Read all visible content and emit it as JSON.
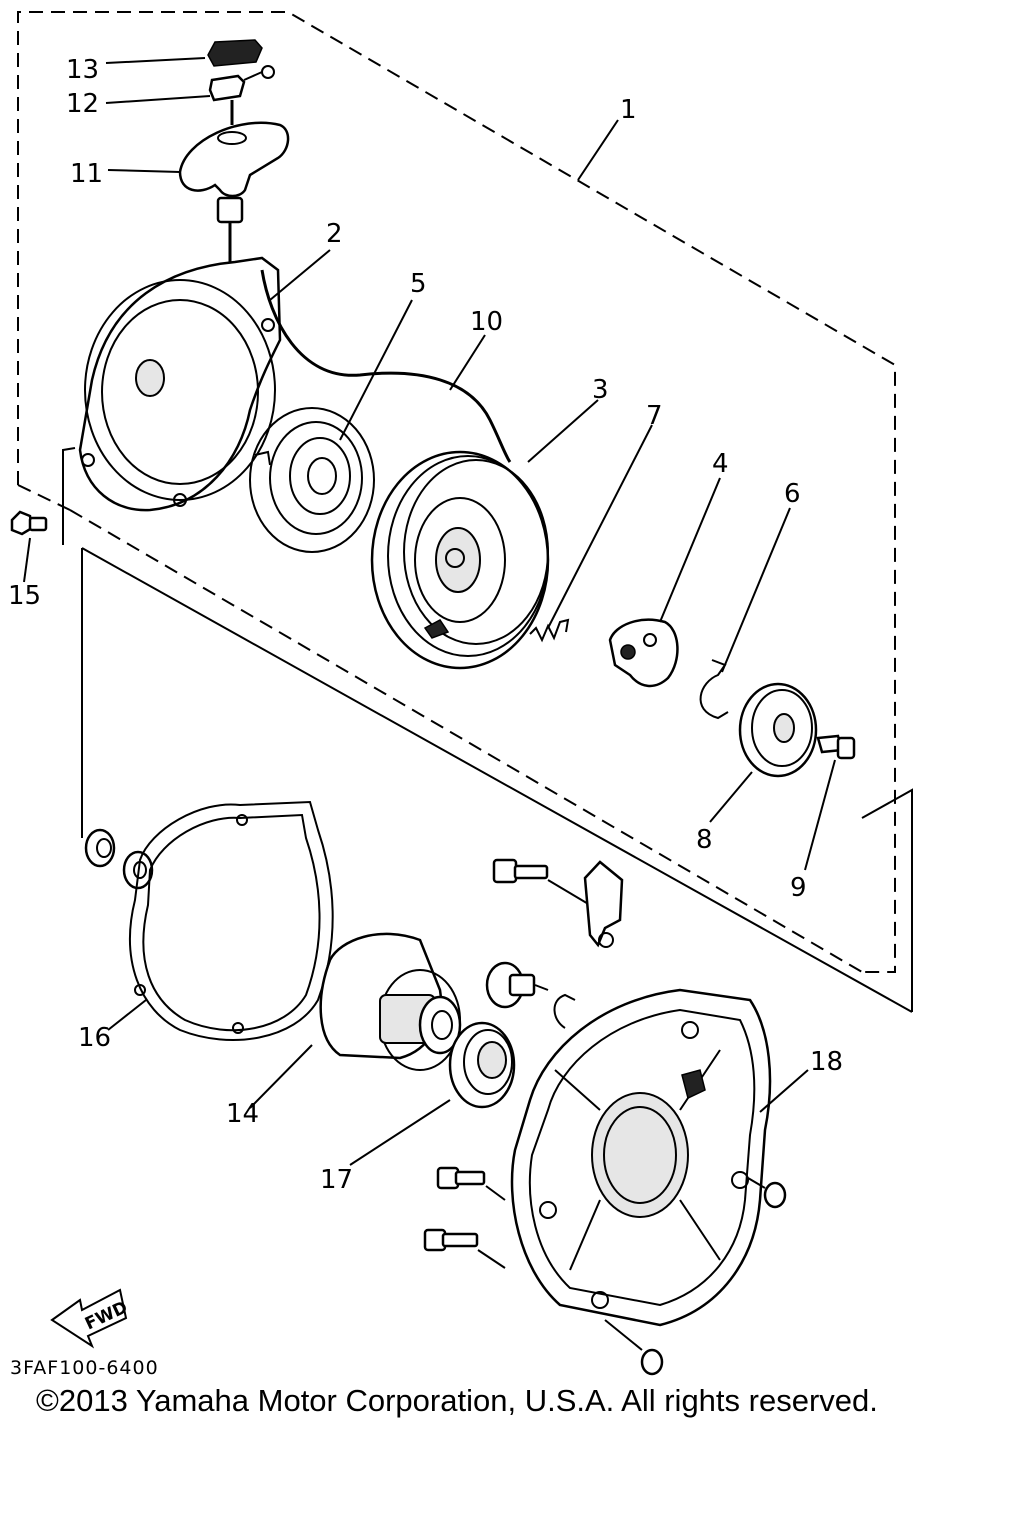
{
  "diagram": {
    "callouts": [
      {
        "id": "1",
        "label": "1"
      },
      {
        "id": "2",
        "label": "2"
      },
      {
        "id": "3",
        "label": "3"
      },
      {
        "id": "4",
        "label": "4"
      },
      {
        "id": "5",
        "label": "5"
      },
      {
        "id": "6",
        "label": "6"
      },
      {
        "id": "7",
        "label": "7"
      },
      {
        "id": "8",
        "label": "8"
      },
      {
        "id": "9",
        "label": "9"
      },
      {
        "id": "10",
        "label": "10"
      },
      {
        "id": "11",
        "label": "11"
      },
      {
        "id": "12",
        "label": "12"
      },
      {
        "id": "13",
        "label": "13"
      },
      {
        "id": "14",
        "label": "14"
      },
      {
        "id": "15",
        "label": "15"
      },
      {
        "id": "16",
        "label": "16"
      },
      {
        "id": "17",
        "label": "17"
      },
      {
        "id": "18",
        "label": "18"
      }
    ],
    "fwd_label": "FWD",
    "part_code": "3FAF100-6400",
    "copyright": "©2013 Yamaha Motor Corporation, U.S.A. All rights reserved."
  }
}
